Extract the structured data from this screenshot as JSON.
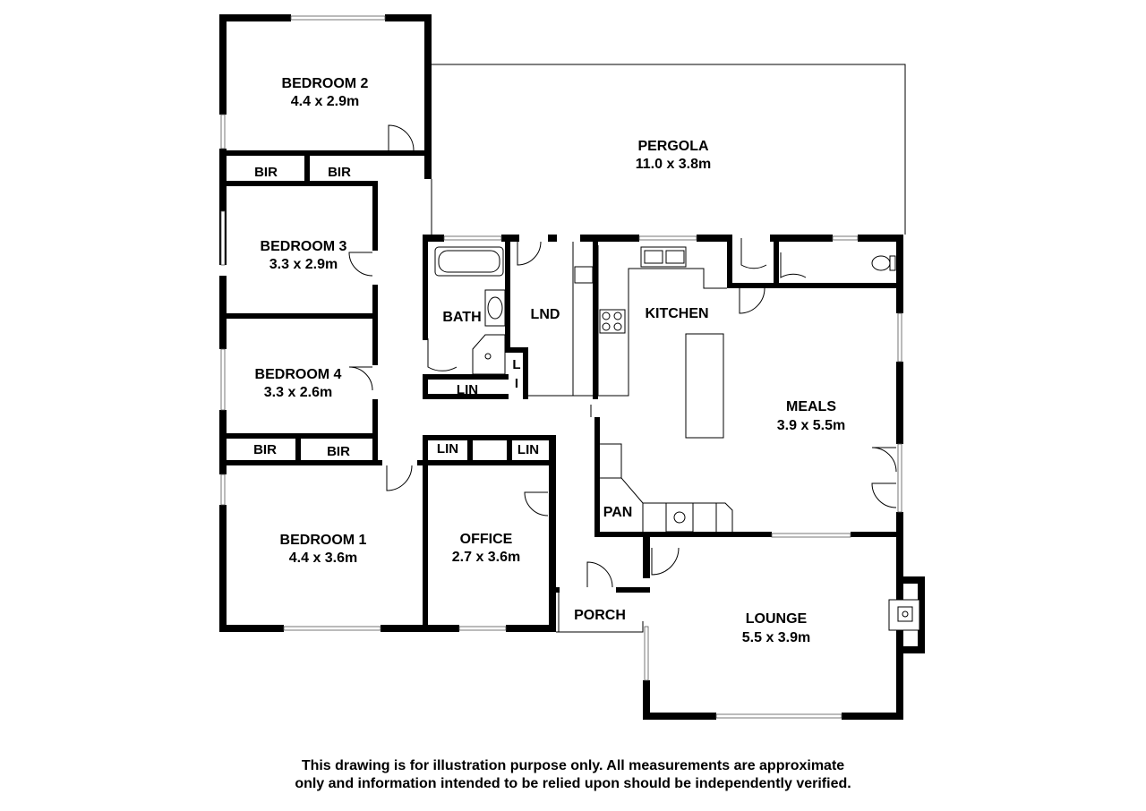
{
  "rooms": {
    "bedroom2": {
      "name": "BEDROOM 2",
      "size": "4.4 x 2.9m"
    },
    "bedroom3": {
      "name": "BEDROOM 3",
      "size": "3.3 x 2.9m"
    },
    "bedroom4": {
      "name": "BEDROOM 4",
      "size": "3.3 x 2.6m"
    },
    "bedroom1": {
      "name": "BEDROOM 1",
      "size": "4.4 x 3.6m"
    },
    "office": {
      "name": "OFFICE",
      "size": "2.7 x 3.6m"
    },
    "meals": {
      "name": "MEALS",
      "size": "3.9 x 5.5m"
    },
    "lounge": {
      "name": "LOUNGE",
      "size": "5.5 x 3.9m"
    },
    "pergola": {
      "name": "PERGOLA",
      "size": "11.0 x 3.8m"
    },
    "kitchen": {
      "name": "KITCHEN"
    },
    "bath": {
      "name": "BATH"
    },
    "laundry": {
      "name": "LND"
    },
    "pantry": {
      "name": "PAN"
    },
    "porch": {
      "name": "PORCH"
    },
    "bir": {
      "name": "BIR"
    },
    "lin": {
      "name": "LIN"
    },
    "li_top": {
      "name": "L"
    },
    "li_bottom": {
      "name": "I"
    }
  },
  "disclaimer": {
    "line1": "This drawing is for illustration purpose only. All measurements are approximate",
    "line2": "only and information intended to be relied upon should be independently verified."
  }
}
